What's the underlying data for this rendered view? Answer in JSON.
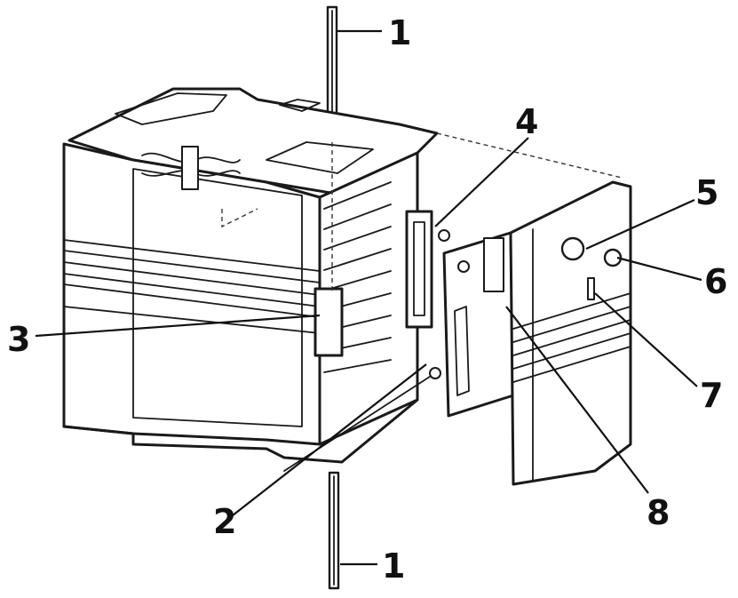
{
  "callouts": [
    {
      "id": "rod-top",
      "label": "1"
    },
    {
      "id": "hinge-pin",
      "label": "2"
    },
    {
      "id": "side-handle",
      "label": "3"
    },
    {
      "id": "door-hinge-bracket",
      "label": "4"
    },
    {
      "id": "vent-valve",
      "label": "5"
    },
    {
      "id": "door-latch-knob",
      "label": "6"
    },
    {
      "id": "door-slot",
      "label": "7"
    },
    {
      "id": "inner-door-panel",
      "label": "8"
    },
    {
      "id": "rod-bottom",
      "label": "1"
    }
  ],
  "colors": {
    "line": "#1a1a1a",
    "background": "#ffffff"
  }
}
